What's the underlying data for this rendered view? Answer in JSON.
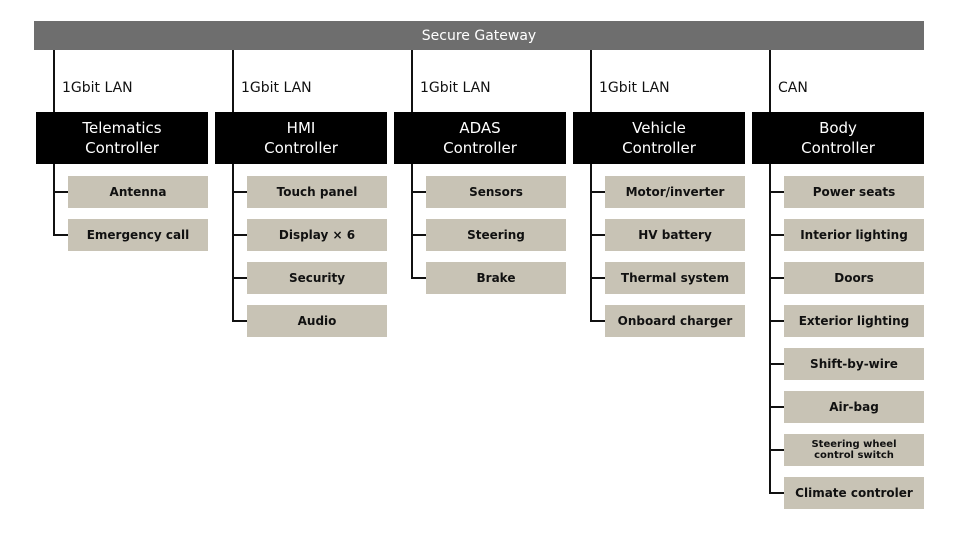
{
  "gateway": {
    "label": "Secure Gateway"
  },
  "columns": [
    {
      "network": "1Gbit LAN",
      "controller": [
        "Telematics",
        "Controller"
      ],
      "items": [
        "Antenna",
        "Emergency call"
      ]
    },
    {
      "network": "1Gbit LAN",
      "controller": [
        "HMI",
        "Controller"
      ],
      "items": [
        "Touch panel",
        "Display × 6",
        "Security",
        "Audio"
      ]
    },
    {
      "network": "1Gbit LAN",
      "controller": [
        "ADAS",
        "Controller"
      ],
      "items": [
        "Sensors",
        "Steering",
        "Brake"
      ]
    },
    {
      "network": "1Gbit LAN",
      "controller": [
        "Vehicle",
        "Controller"
      ],
      "items": [
        "Motor/inverter",
        "HV battery",
        "Thermal system",
        "Onboard charger"
      ]
    },
    {
      "network": "CAN",
      "controller": [
        "Body",
        "Controller"
      ],
      "items": [
        "Power seats",
        "Interior lighting",
        "Doors",
        "Exterior lighting",
        "Shift-by-wire",
        "Air-bag",
        "Steering wheel control switch",
        "Climate controler"
      ]
    }
  ],
  "colors": {
    "gateway_bg": "#6e6e6e",
    "controller_bg": "#000000",
    "item_bg": "#c8c3b5"
  }
}
